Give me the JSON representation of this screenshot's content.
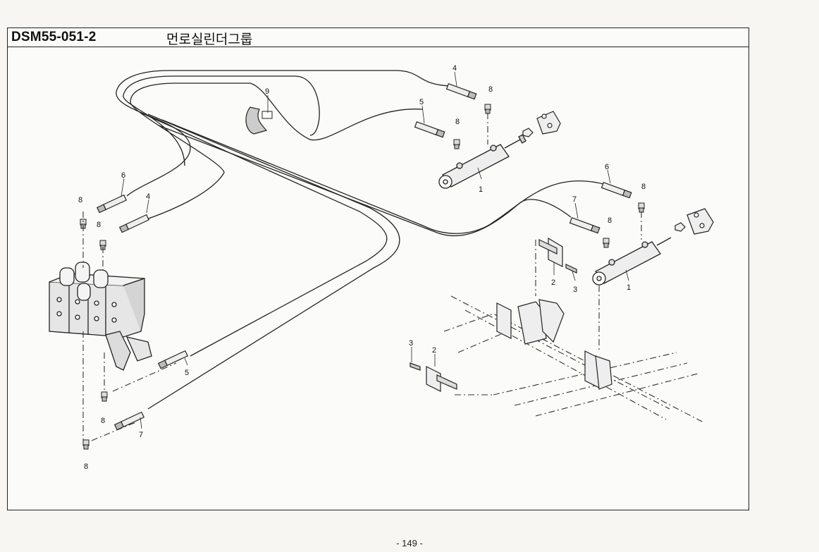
{
  "header": {
    "code": "DSM55-051-2",
    "title": "먼로실린더그룹"
  },
  "callouts": [
    "1",
    "1",
    "2",
    "2",
    "3",
    "3",
    "4",
    "4",
    "5",
    "5",
    "6",
    "6",
    "7",
    "7",
    "8",
    "8",
    "8",
    "8",
    "8",
    "8",
    "8",
    "8",
    "9"
  ],
  "footer": {
    "page_number": "- 149 -"
  }
}
